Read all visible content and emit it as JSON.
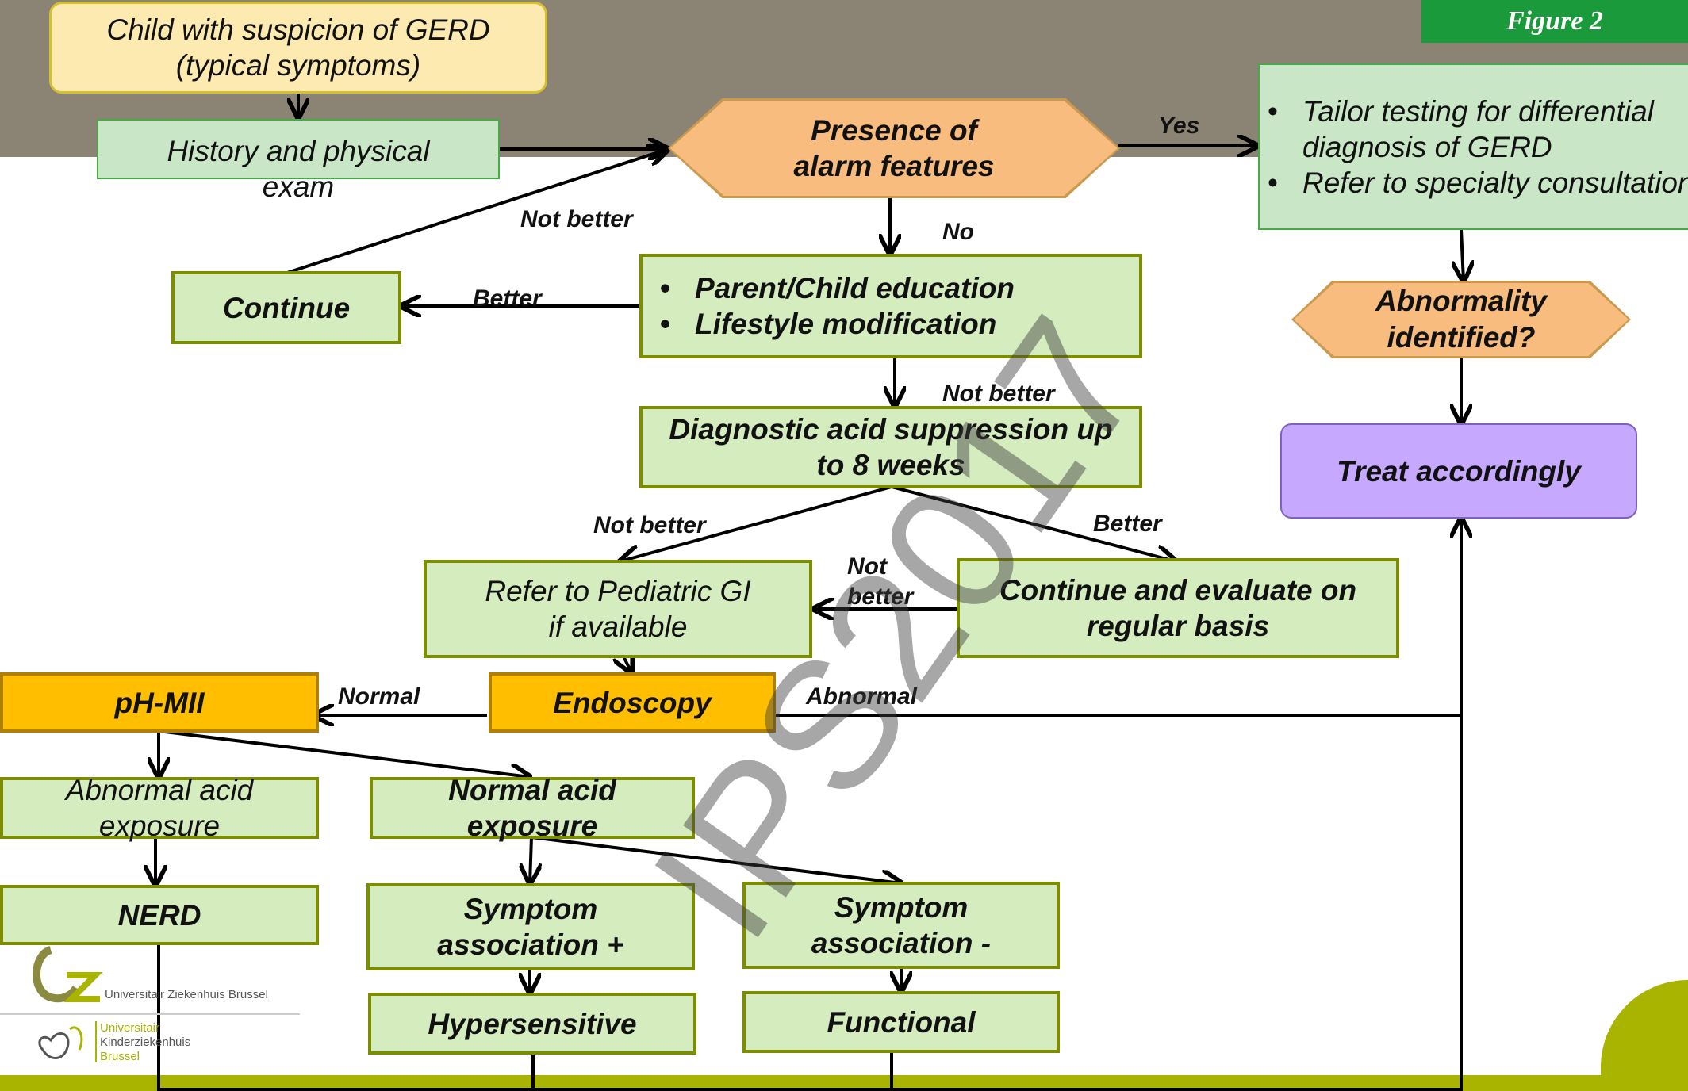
{
  "figure_label": "Figure 2",
  "nodes": {
    "start_line1": "Child with suspicion of GERD",
    "start_line2": "(typical symptoms)",
    "history": "History and physical exam",
    "alarm": "Presence of alarm features",
    "tailor_1": "Tailor testing for differential diagnosis of GERD",
    "tailor_2": "Refer to specialty consultation",
    "abnormality": "Abnormality identified?",
    "treat": "Treat accordingly",
    "continue": "Continue",
    "education_1": "Parent/Child education",
    "education_2": "Lifestyle modification",
    "acid_suppression": "Diagnostic acid suppression up to 8 weeks",
    "refer_gi": "Refer to Pediatric GI if available",
    "continue_evaluate": "Continue and evaluate on regular basis",
    "ph_mii": "pH-MII",
    "endoscopy": "Endoscopy",
    "abnormal_acid": "Abnormal acid exposure",
    "normal_acid": "Normal acid exposure",
    "nerd": "NERD",
    "symptom_pos": "Symptom association +",
    "symptom_neg": "Symptom association -",
    "hypersensitive": "Hypersensitive",
    "functional": "Functional"
  },
  "edge_labels": {
    "yes": "Yes",
    "no": "No",
    "not_better_1": "Not better",
    "better_1": "Better",
    "not_better_2": "Not better",
    "not_better_3": "Not better",
    "better_2": "Better",
    "not_better_4": "Not better",
    "normal": "Normal",
    "abnormal": "Abnormal"
  },
  "logos": {
    "uz": "Universitair Ziekenhuis Brussel",
    "kinder_1": "Universitair",
    "kinder_2": "Kinderziekenhuis",
    "kinder_3": "Brussel"
  },
  "watermark": "IPS2017",
  "colors": {
    "header_bg": "#8b8373",
    "box_green": "#d4ecbe",
    "box_orange": "#ffbf00",
    "hex_orange": "#f8bc7e",
    "box_purple": "#c6a8ff",
    "box_yellow": "#fdeab0",
    "footer_green": "#a8b400"
  }
}
